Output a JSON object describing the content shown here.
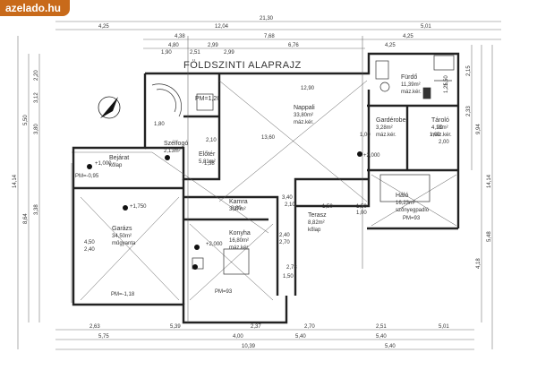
{
  "watermark": {
    "text": "azelado.hu",
    "color": "#c86a1a"
  },
  "plan_title": "FÖLDSZINTI ALAPRAJZ",
  "rooms": {
    "furdo": [
      "Fürdő",
      "11,39m²",
      "máz.kér."
    ],
    "garderobe": [
      "Gardérobe",
      "3,28m²",
      "máz.kér."
    ],
    "tarolo": [
      "Tároló",
      "4,13m²",
      "máz.kér."
    ],
    "nappali": [
      "Nappali",
      "33,80m²",
      "máz.kér."
    ],
    "lepcso": [
      "PM=1,20"
    ],
    "eloter": [
      "Előtér",
      "5,81m²"
    ],
    "szelelo": [
      "Szélfogó",
      "2,13m²"
    ],
    "bejarat": [
      "Bejárat",
      "kőlap"
    ],
    "haloszoba": [
      "Háló",
      "16,23m²",
      "szőnyegpadló"
    ],
    "terasz": [
      "Terasz",
      "8,82m²",
      "kőlap"
    ],
    "kamra": [
      "Kamra",
      "3,37m²"
    ],
    "garazs": [
      "Garázs",
      "34,50m²",
      "műgyanta"
    ],
    "konyha": [
      "Konyha",
      "16,80m²",
      "máz.kér."
    ]
  },
  "levels": {
    "bejarat_level": "PM=-0,95",
    "garazs_level": "PM=-1,18",
    "nappali_level": "+2,000",
    "garazs_pt": "+1,750",
    "konyha_pt": "+2,000",
    "bejarat_pt": "+1,000",
    "halo_level": "PM=93",
    "konyha_level": "PM=93"
  },
  "dims_top": [
    "21,30",
    "12,04",
    "4,25",
    "5,01",
    "4,38",
    "7,68",
    "4,25",
    "4,80",
    "2,99",
    "6,76",
    "4,25",
    "1,90",
    "2,51",
    "2,99"
  ],
  "dims_bottom": [
    "2,63",
    "5,39",
    "2,37",
    "2,70",
    "2,51",
    "5,01",
    "5,75",
    "4,00",
    "5,40",
    "5,40",
    "10,39",
    "5,40"
  ],
  "dims_left": [
    "14,14",
    "8,64",
    "5,50",
    "3,38",
    "2,20",
    "3,12",
    "3,80"
  ],
  "dims_right": [
    "9,94",
    "14,14",
    "4,18",
    "2,15",
    "2,33",
    "5,48",
    "1,25",
    "1,50"
  ],
  "dims_inner": [
    "4,50",
    "2,40",
    "1,50",
    "2,10",
    "1,80",
    "1,00",
    "13,60",
    "12,90",
    "1,00",
    "2,00",
    "3,40",
    "2,10",
    "90",
    "1,50",
    "1,00",
    "2,40",
    "2,70",
    "2,78",
    "1,50",
    "1,38",
    "3,60"
  ]
}
